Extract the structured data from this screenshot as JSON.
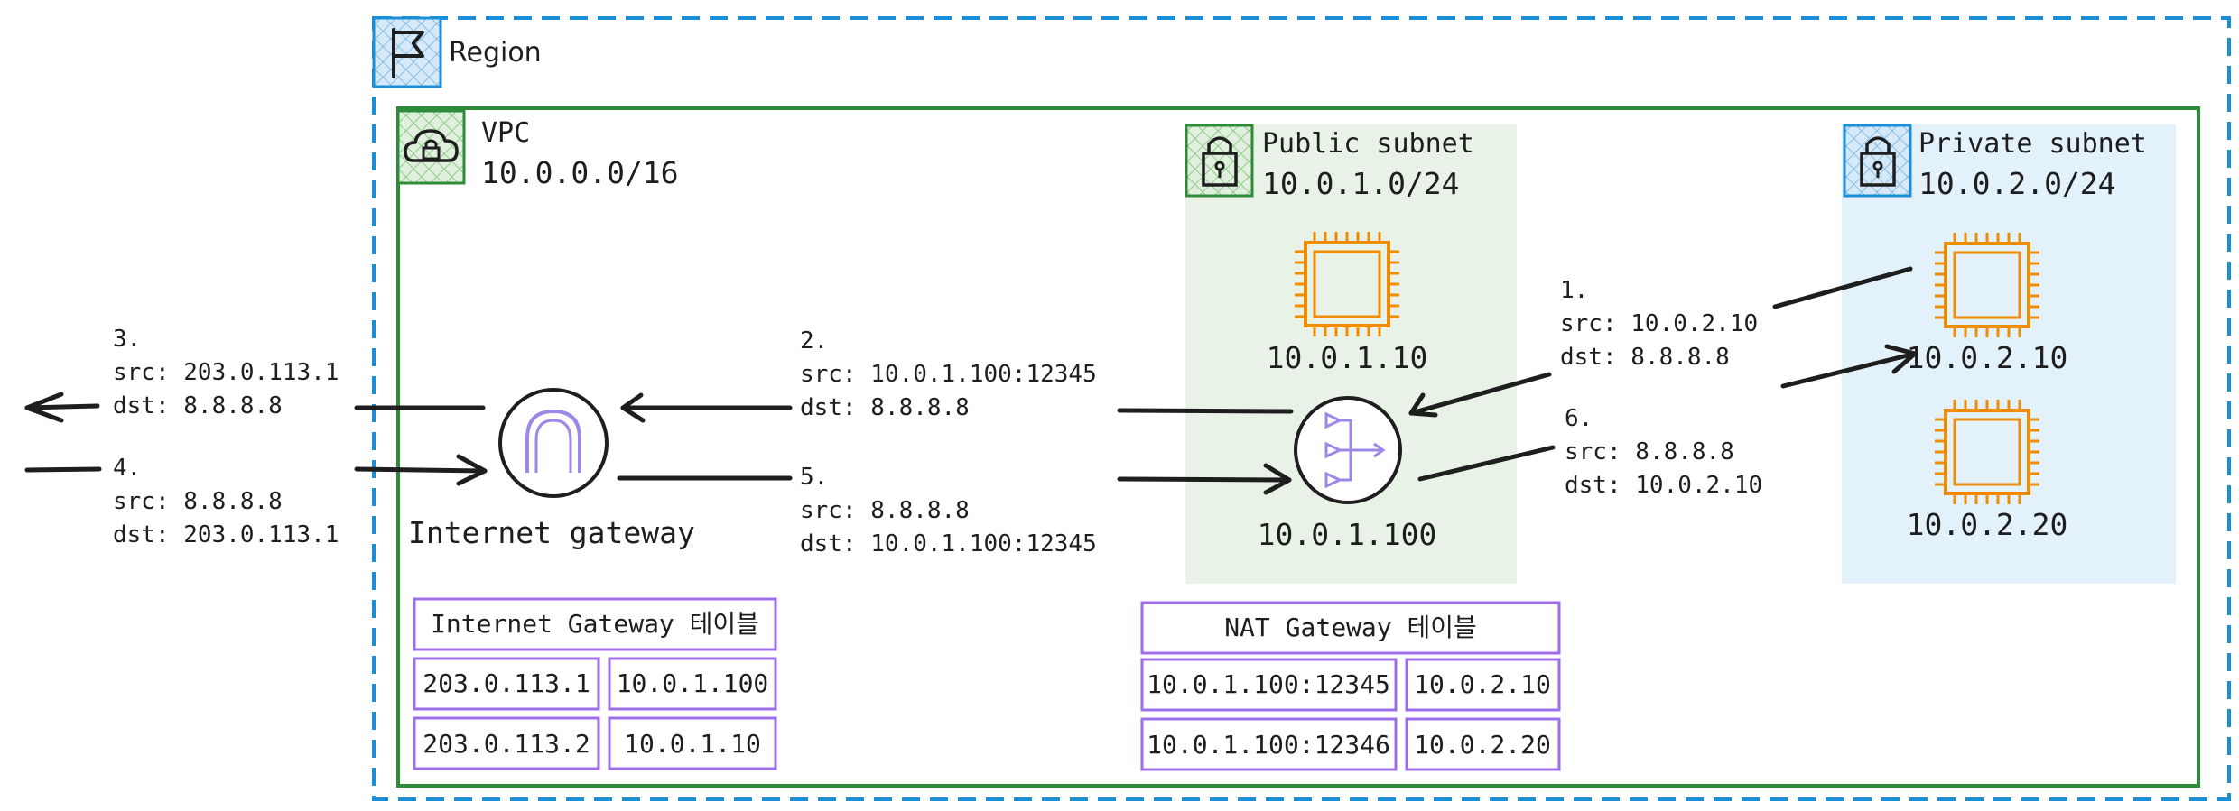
{
  "region": {
    "label": "Region"
  },
  "vpc": {
    "label": "VPC",
    "cidr": "10.0.0.0/16"
  },
  "public_subnet": {
    "label": "Public subnet",
    "cidr": "10.0.1.0/24"
  },
  "private_subnet": {
    "label": "Private subnet",
    "cidr": "10.0.2.0/24"
  },
  "instances": {
    "public": "10.0.1.10",
    "private_1": "10.0.2.10",
    "private_2": "10.0.2.20"
  },
  "nat": {
    "ip": "10.0.1.100"
  },
  "internet_gateway": {
    "label": "Internet gateway"
  },
  "flows": {
    "f1": {
      "num": "1.",
      "src": "src: 10.0.2.10",
      "dst": "dst: 8.8.8.8"
    },
    "f2": {
      "num": "2.",
      "src": "src: 10.0.1.100:12345",
      "dst": "dst: 8.8.8.8"
    },
    "f3": {
      "num": "3.",
      "src": "src: 203.0.113.1",
      "dst": "dst: 8.8.8.8"
    },
    "f4": {
      "num": "4.",
      "src": "src: 8.8.8.8",
      "dst": "dst: 203.0.113.1"
    },
    "f5": {
      "num": "5.",
      "src": "src: 8.8.8.8",
      "dst": "dst: 10.0.1.100:12345"
    },
    "f6": {
      "num": "6.",
      "src": "src: 8.8.8.8",
      "dst": "dst: 10.0.2.10"
    }
  },
  "igw_table": {
    "title": "Internet Gateway 테이블",
    "rows": [
      [
        "203.0.113.1",
        "10.0.1.100"
      ],
      [
        "203.0.113.2",
        "10.0.1.10"
      ]
    ]
  },
  "nat_table": {
    "title": "NAT Gateway 테이블",
    "rows": [
      [
        "10.0.1.100:12345",
        "10.0.2.10"
      ],
      [
        "10.0.1.100:12346",
        "10.0.2.20"
      ]
    ]
  },
  "colors": {
    "region_border": "#1a8fd6",
    "vpc_border": "#2e8b3a",
    "public_fill": "#e9f2e7",
    "private_fill": "#e3f1fb",
    "chip": "#f08c00",
    "nat_icon": "#9d88e8",
    "table_border": "#9d6ee8"
  },
  "icons": {
    "region": "flag-icon",
    "vpc": "cloud-lock-icon",
    "public_subnet": "lock-icon",
    "private_subnet": "lock-icon",
    "instance": "chip-icon",
    "internet_gateway": "gateway-arch-icon",
    "nat": "nat-gateway-icon"
  }
}
